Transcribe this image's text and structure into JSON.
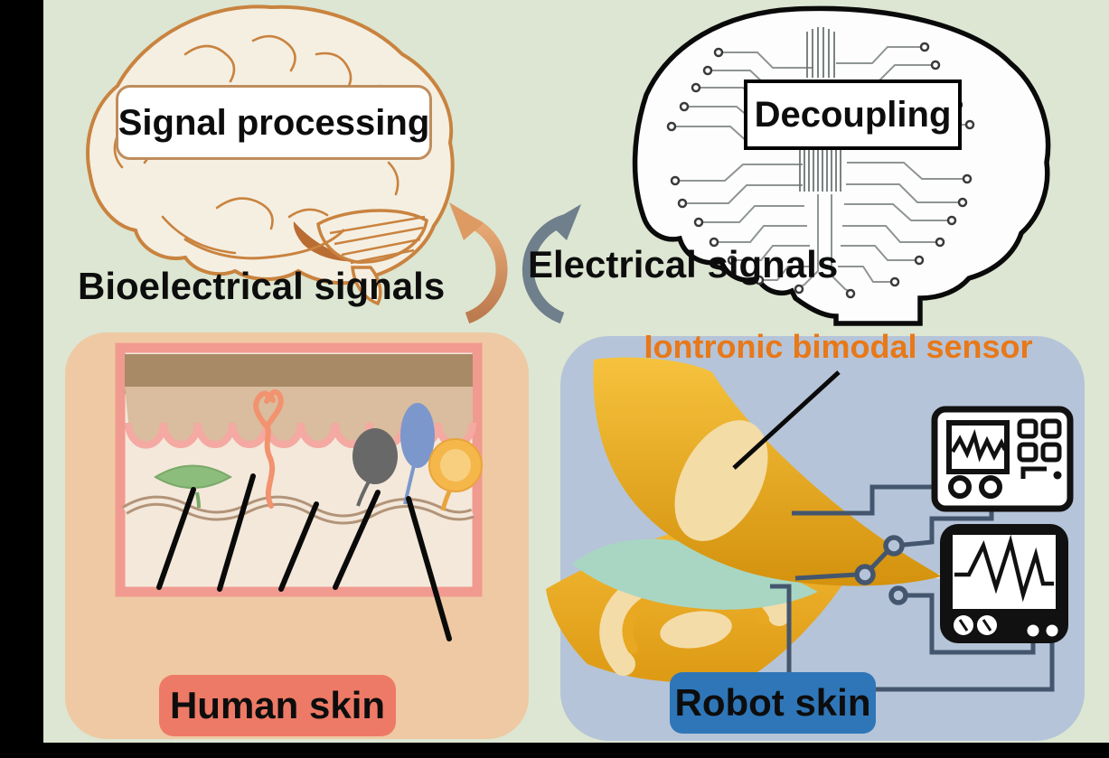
{
  "figure": {
    "type": "graphical-abstract-diagram",
    "theme": "Bio-inspired iontronic bimodal sensing: human skin vs robot skin"
  },
  "brain_bio": {
    "label": "Signal processing",
    "caption": "Bioelectrical signals"
  },
  "brain_circuit": {
    "label": "Decoupling",
    "caption": "Electrical signals"
  },
  "panels": {
    "human": {
      "label": "Human skin"
    },
    "robot": {
      "label": "Robot skin",
      "annotation": "Iontronic bimodal sensor"
    }
  },
  "icons": {
    "biological_brain": "biological-brain-illustration",
    "circuit_brain": "circuit-board-brain-illustration",
    "cycle_arrows": "bidirectional-cycle-arrows",
    "skin_cross_section": "skin-cross-section-with-mechanoreceptors",
    "bimodal_sensor": "layered-iontronic-sensor-sheets",
    "oscilloscopes": "measurement-instrument-icons"
  },
  "colors": {
    "background": "#dce6d2",
    "frame_bars": "#000000",
    "human_panel": "#efc9a3",
    "robot_panel": "#b5c4d8",
    "human_label_bg": "#ed7a66",
    "robot_label_bg": "#2f76b8",
    "annotation_orange": "#e87818",
    "arrow_orange": "#dd9a63",
    "arrow_gray": "#6f7f8c",
    "brain_outline": "#c9833f",
    "sensor_gold": "#e8a81f",
    "sensor_teal": "#a9d6c3",
    "wire": "#44566e"
  }
}
